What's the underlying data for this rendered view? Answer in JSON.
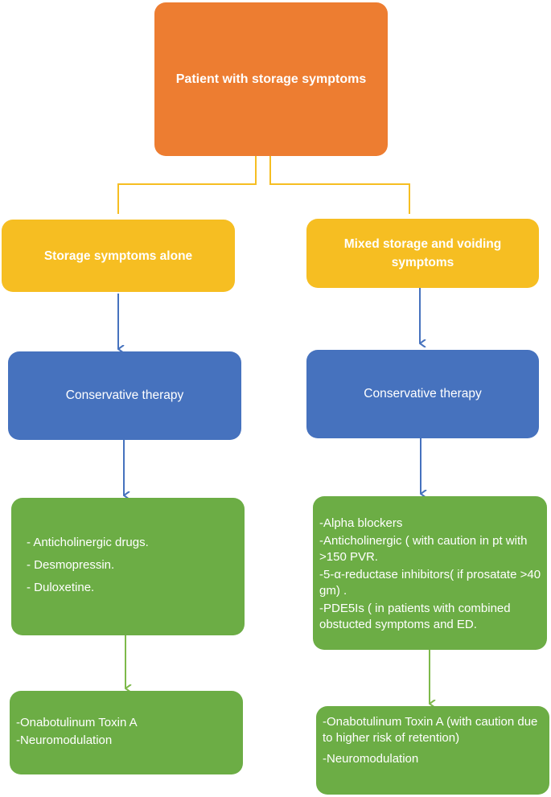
{
  "root": {
    "label": "Patient with storage symptoms"
  },
  "left": {
    "category": "Storage symptoms alone",
    "therapy": "Conservative therapy",
    "treatments": [
      "- Anticholinergic drugs.",
      "- Desmopressin.",
      "- Duloxetine."
    ],
    "advanced": [
      "-Onabotulinum Toxin A",
      "-Neuromodulation"
    ]
  },
  "right": {
    "category": "Mixed storage and voiding symptoms",
    "therapy": "Conservative therapy",
    "treatments": [
      "-Alpha blockers",
      "-Anticholinergic ( with caution in pt with >150 PVR.",
      "-5-α-reductase inhibitors( if prosatate >40 gm) .",
      "-PDE5Is ( in patients with combined obstucted symptoms and ED."
    ],
    "advanced": [
      "-Onabotulinum Toxin A (with caution due to higher risk of retention)",
      "-Neuromodulation"
    ]
  },
  "colors": {
    "orange": "#ED7D31",
    "yellow": "#F6BE22",
    "blue": "#4672BE",
    "green": "#6CAD45",
    "blue_arrow": "#4672BE",
    "green_arrow": "#7DB94A"
  }
}
